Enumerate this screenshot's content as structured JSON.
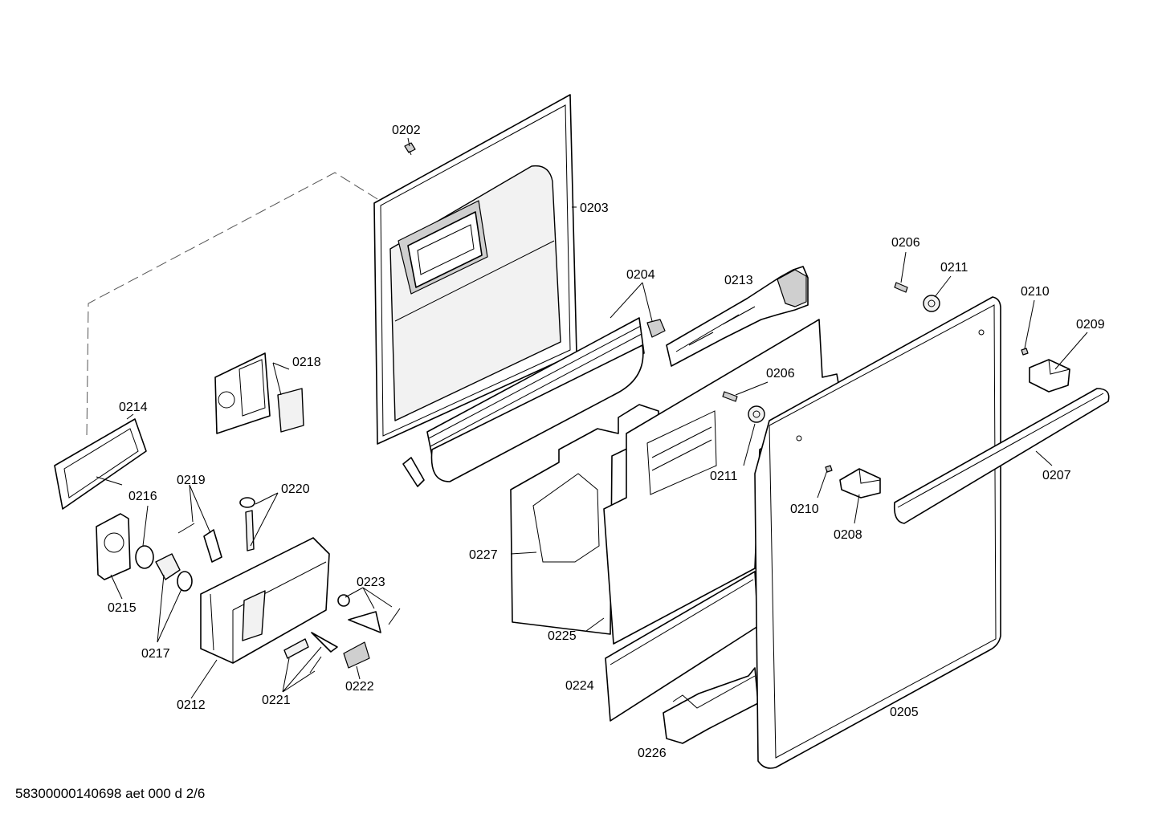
{
  "diagram": {
    "footer_code": "58300000140698 aet 000 d 2/6",
    "callouts": {
      "c0202": "0202",
      "c0203": "0203",
      "c0204": "0204",
      "c0205": "0205",
      "c0206a": "0206",
      "c0206b": "0206",
      "c0207": "0207",
      "c0208": "0208",
      "c0209": "0209",
      "c0210a": "0210",
      "c0210b": "0210",
      "c0211a": "0211",
      "c0211b": "0211",
      "c0212": "0212",
      "c0213": "0213",
      "c0214": "0214",
      "c0215": "0215",
      "c0216": "0216",
      "c0217": "0217",
      "c0218": "0218",
      "c0219": "0219",
      "c0220": "0220",
      "c0221": "0221",
      "c0222": "0222",
      "c0223": "0223",
      "c0224": "0224",
      "c0225": "0225",
      "c0226": "0226",
      "c0227": "0227"
    }
  }
}
